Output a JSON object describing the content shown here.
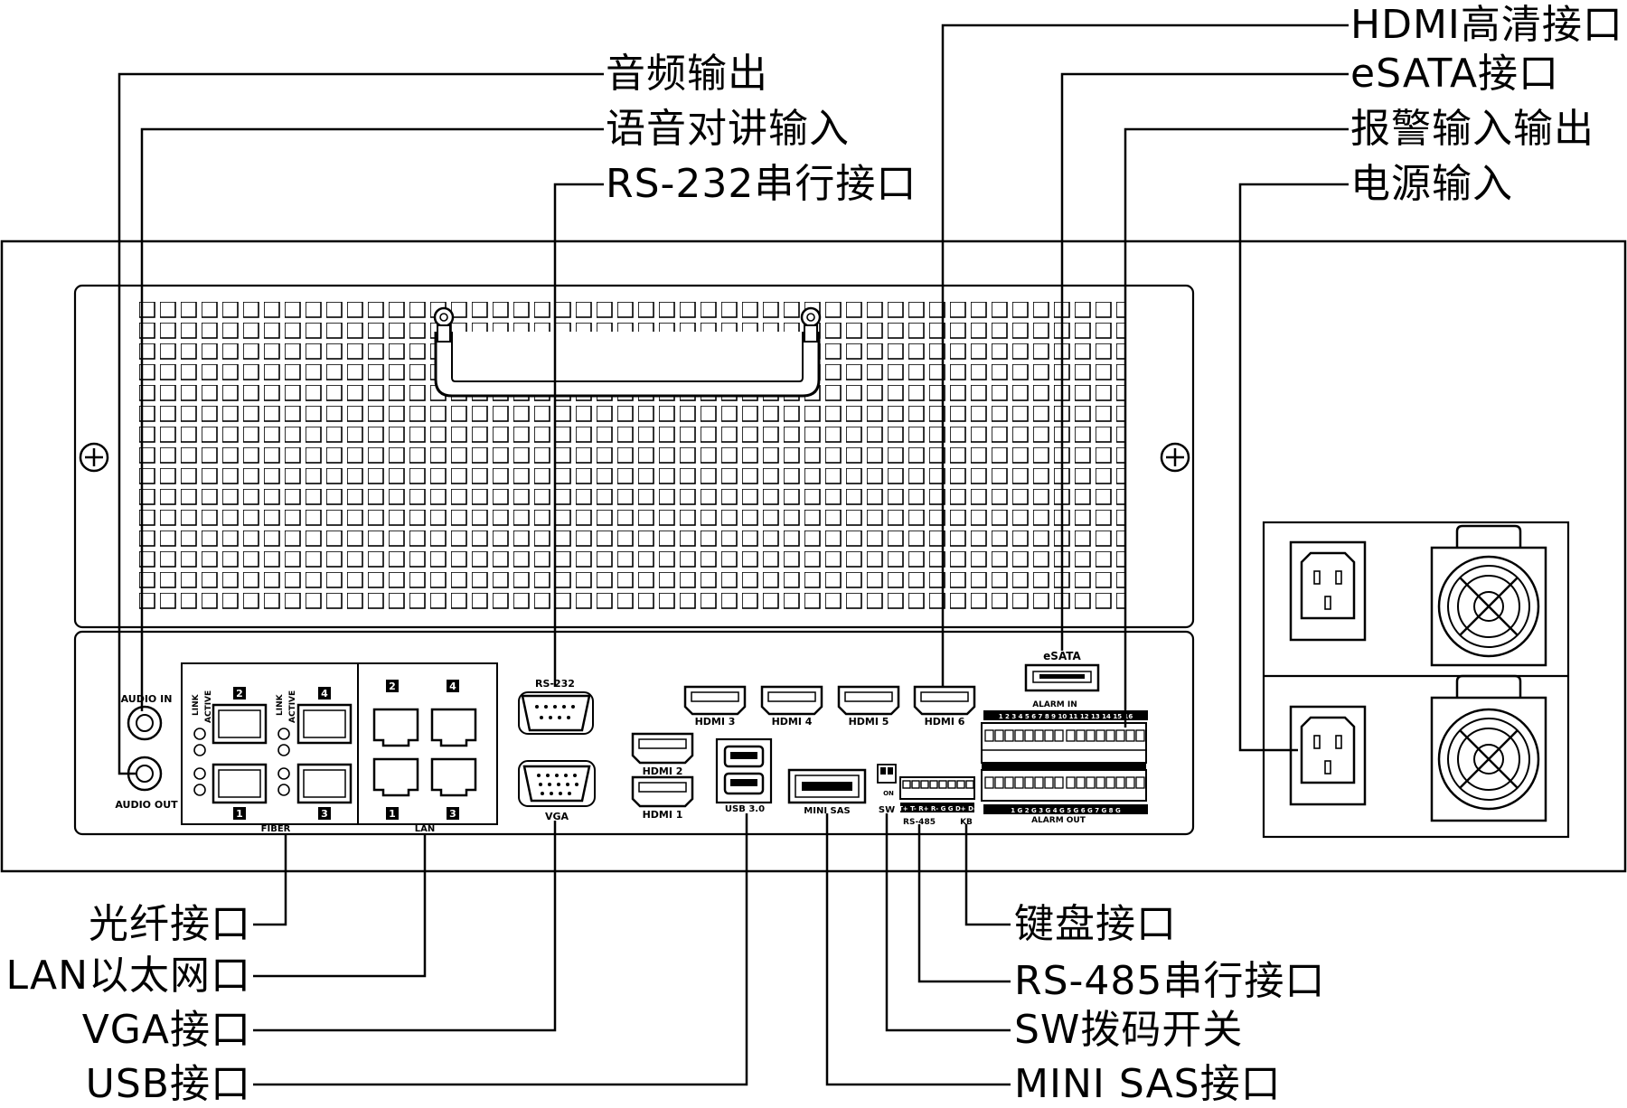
{
  "callouts_top": [
    {
      "key": "audio_out",
      "label": "音频输出"
    },
    {
      "key": "audio_in",
      "label": "语音对讲输入"
    },
    {
      "key": "rs232",
      "label": "RS-232串行接口"
    },
    {
      "key": "hdmi",
      "label": "HDMI高清接口"
    },
    {
      "key": "esata",
      "label": "eSATA接口"
    },
    {
      "key": "alarm",
      "label": "报警输入输出"
    },
    {
      "key": "power",
      "label": "电源输入"
    }
  ],
  "callouts_bottom": [
    {
      "key": "fiber",
      "label": "光纤接口"
    },
    {
      "key": "lan",
      "label": "LAN以太网口"
    },
    {
      "key": "vga",
      "label": "VGA接口"
    },
    {
      "key": "usb",
      "label": "USB接口"
    },
    {
      "key": "keyboard",
      "label": "键盘接口"
    },
    {
      "key": "rs485",
      "label": "RS-485串行接口"
    },
    {
      "key": "sw",
      "label": "SW拨码开关"
    },
    {
      "key": "minisas",
      "label": "MINI SAS接口"
    }
  ],
  "panel_labels": {
    "audio_in": "AUDIO IN",
    "audio_out": "AUDIO OUT",
    "link": "LINK",
    "active": "ACTIVE",
    "fiber": "FIBER",
    "lan": "LAN",
    "rs232": "RS-232",
    "vga": "VGA",
    "usb": "USB 3.0",
    "minisas": "MINI SAS",
    "sw": "SW",
    "sw_on": "ON",
    "rs485": "RS-485",
    "rs485_pins": "T+ T- R+ R-  G  G  D+ D-",
    "kb": "KB",
    "esata": "eSATA",
    "alarm_in": "ALARM IN",
    "alarm_out": "ALARM OUT",
    "alarm_in_nums": "1 2 3 4 5 6 7 8   9 10 11 12 13 14 15 16",
    "alarm_out_nums": "1 G 2 G 3 G 4 G   5 G 6 G 7 G 8 G",
    "port_nums": [
      "1",
      "2",
      "3",
      "4"
    ],
    "hdmi_ports": [
      "HDMI 1",
      "HDMI 2",
      "HDMI 3",
      "HDMI 4",
      "HDMI 5",
      "HDMI 6"
    ]
  }
}
